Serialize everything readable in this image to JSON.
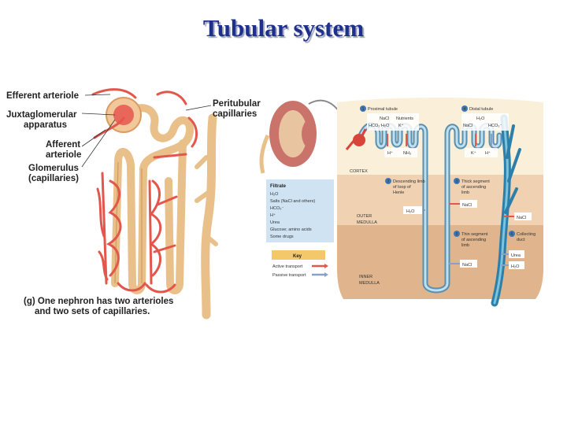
{
  "title": "Tubular system",
  "left_figure": {
    "labels": {
      "efferent": "Efferent arteriole",
      "jg_1": "Juxtaglomerular",
      "jg_2": "apparatus",
      "afferent_1": "Afferent",
      "afferent_2": "arteriole",
      "glom_1": "Glomerulus",
      "glom_2": "(capillaries)",
      "peri_1": "Peritubular",
      "peri_2": "capillaries"
    },
    "caption_1": "(g) One nephron has two arterioles",
    "caption_2": "and two sets of capillaries."
  },
  "right_figure": {
    "filtrate": {
      "heading": "Filtrate",
      "items": [
        "H₂O",
        "Salts (NaCl and others)",
        "HCO₃⁻",
        "H⁺",
        "Urea",
        "Glucose; amino acids",
        "Some drugs"
      ]
    },
    "key": {
      "heading": "Key",
      "active": "Active transport",
      "passive": "Passive transport",
      "active_color": "#e0584a",
      "passive_color": "#8aa0c8"
    },
    "zones": {
      "cortex": "CORTEX",
      "outer_1": "OUTER",
      "outer_2": "MEDULLA",
      "inner_1": "INNER",
      "inner_2": "MEDULLA"
    },
    "segments": {
      "s1": {
        "num": "1",
        "name": "Proximal tubule"
      },
      "s2": {
        "num": "2",
        "name_1": "Descending limb",
        "name_2": "of loop of",
        "name_3": "Henle"
      },
      "s3": {
        "num": "3",
        "name_1": "Thick segment",
        "name_2": "of ascending",
        "name_3": "limb"
      },
      "s4": {
        "num": "4",
        "name": "Distal tubule"
      },
      "s5": {
        "num": "5",
        "name_1": "Thin segment",
        "name_2": "of ascending",
        "name_3": "limb"
      },
      "s6": {
        "num": "6",
        "name_1": "Collecting",
        "name_2": "duct"
      }
    },
    "substances": {
      "p_nacl": "NaCl",
      "p_nutrients": "Nutrients",
      "p_hco3": "HCO₃⁻",
      "p_h2o": "H₂O",
      "p_k": "K⁺",
      "p_h": "H⁺",
      "p_nh3": "NH₃",
      "d_h2o": "H₂O",
      "d_nacl": "NaCl",
      "d_hco3": "HCO₃⁻",
      "d_k": "K⁺",
      "d_h": "H⁺",
      "desc_h2o": "H₂O",
      "thick_nacl": "NaCl",
      "thin_nacl": "NaCl",
      "cd_nacl": "NaCl",
      "cd_urea": "Urea",
      "cd_h2o": "H₂O"
    }
  }
}
